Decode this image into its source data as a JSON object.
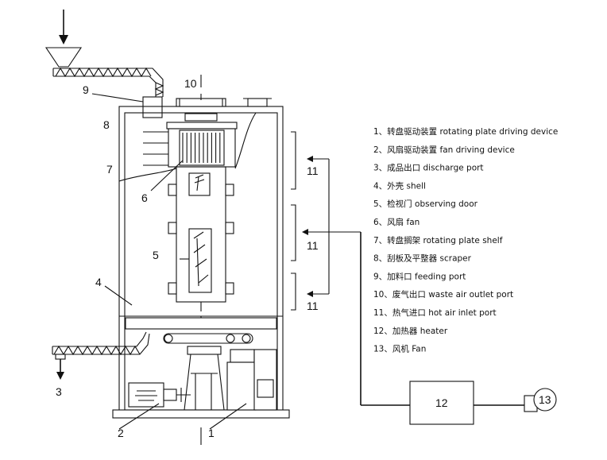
{
  "labels": {
    "n1": "1",
    "n2": "2",
    "n3": "3",
    "n4": "4",
    "n5": "5",
    "n6": "6",
    "n7": "7",
    "n8": "8",
    "n9": "9",
    "n10": "10",
    "n11a": "11",
    "n11b": "11",
    "n11c": "11",
    "n12": "12",
    "n13": "13"
  },
  "legend": [
    "1、转盘驱动装置  rotating plate driving device",
    "2、风扇驱动装置  fan driving device",
    "3、成品出口 discharge port",
    "4、外壳 shell",
    "5、检视门 observing door",
    "6、风扇 fan",
    "7、转盘搁架 rotating plate shelf",
    "8、刮板及平整器 scraper",
    "9、加料口 feeding port",
    "10、废气出口 waste air outlet port",
    "11、热气进口 hot air inlet port",
    "12、加热器 heater",
    "13、风机  Fan"
  ]
}
